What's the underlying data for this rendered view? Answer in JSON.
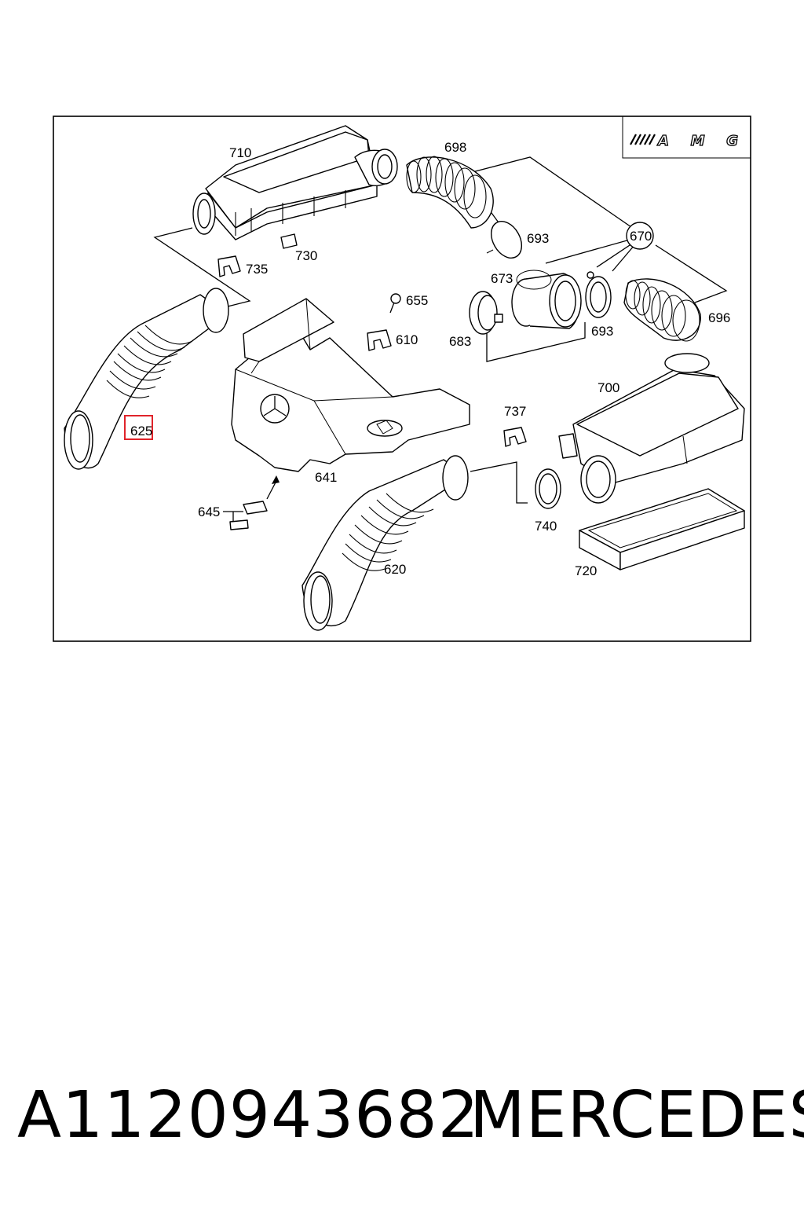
{
  "diagram": {
    "logo_text": "AMG",
    "highlight_color": "#e0242b",
    "highlighted_label": "625",
    "labels": {
      "l710": "710",
      "l698": "698",
      "l670": "670",
      "l693a": "693",
      "l735": "735",
      "l730": "730",
      "l655": "655",
      "l610": "610",
      "l673": "673",
      "l683": "683",
      "l693b": "693",
      "l696": "696",
      "l700": "700",
      "l737": "737",
      "l641": "641",
      "l645": "645",
      "l620": "620",
      "l740": "740",
      "l720": "720",
      "l625": "625"
    }
  },
  "footer": {
    "part_number": "A1120943682",
    "brand": "MERCEDES"
  }
}
